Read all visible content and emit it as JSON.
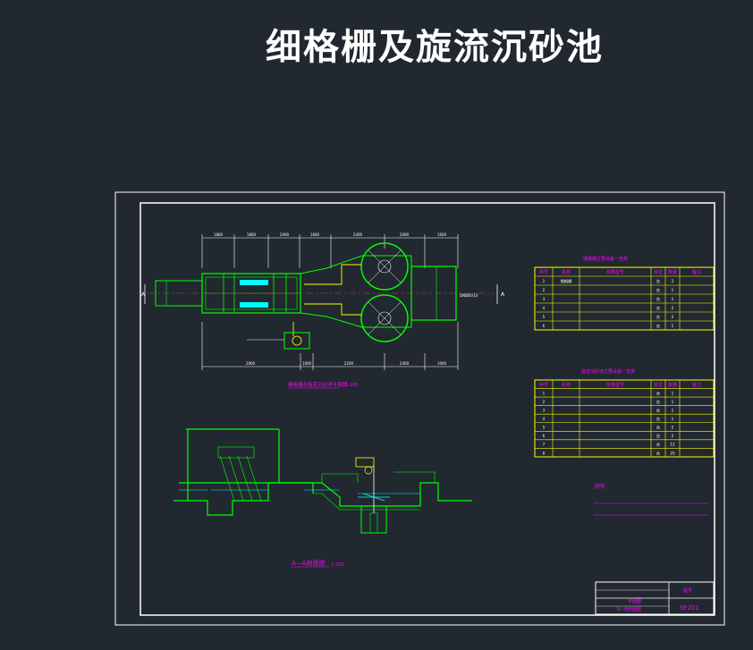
{
  "page": {
    "title": "细格栅及旋流沉砂池"
  },
  "plan_view": {
    "caption": "细格栅及旋流沉砂池平面图",
    "scale": "1:100",
    "dims_top": [
      "1800",
      "1800",
      "2000",
      "1600",
      "2400",
      "2000",
      "1600"
    ],
    "dims_bottom": [
      "2000",
      "1000",
      "2200",
      "2400",
      "1000"
    ],
    "outlet_label": "DN800/10",
    "section_mark": "A"
  },
  "section_view": {
    "caption": "A—A剖面图",
    "scale": "1:150"
  },
  "table1": {
    "title": "细格栅主要设备一览表",
    "headers": [
      "序号",
      "名称",
      "规格型号",
      "单位",
      "数量",
      "备注"
    ],
    "rows": [
      [
        "1",
        "细格栅",
        "",
        "台",
        "2",
        ""
      ],
      [
        "2",
        "",
        "",
        "台",
        "1",
        ""
      ],
      [
        "3",
        "",
        "",
        "台",
        "1",
        ""
      ],
      [
        "4",
        "",
        "",
        "台",
        "2",
        ""
      ],
      [
        "5",
        "",
        "",
        "台",
        "2",
        ""
      ],
      [
        "6",
        "",
        "",
        "台",
        "1",
        ""
      ]
    ]
  },
  "table2": {
    "title": "旋流沉砂池主要设备一览表",
    "headers": [
      "序号",
      "名称",
      "规格型号",
      "单位",
      "数量",
      "备注"
    ],
    "rows": [
      [
        "1",
        "",
        "",
        "台",
        "1",
        ""
      ],
      [
        "2",
        "",
        "",
        "台",
        "1",
        ""
      ],
      [
        "3",
        "",
        "",
        "台",
        "1",
        ""
      ],
      [
        "4",
        "",
        "",
        "台",
        "1",
        ""
      ],
      [
        "5",
        "",
        "",
        "台",
        "2",
        ""
      ],
      [
        "6",
        "",
        "",
        "台",
        "2",
        ""
      ],
      [
        "7",
        "",
        "",
        "台",
        "12",
        ""
      ],
      [
        "8",
        "",
        "",
        "台",
        "25",
        ""
      ]
    ]
  },
  "notes": {
    "heading": "说明"
  },
  "title_block": {
    "drawing_name": "平面图",
    "section": "B—B剖面图",
    "drawing_no": "SF201",
    "label_tuhao": "图号"
  },
  "colors": {
    "background": "#212830",
    "frame": "#ffffff",
    "structure": "#00ff00",
    "dimension": "#ffffff",
    "pipe": "#ffff00",
    "text_magenta": "#ff00ff",
    "equipment_cyan": "#00ffff",
    "table_border": "#ffff00",
    "centerline_red": "#ff3030"
  }
}
